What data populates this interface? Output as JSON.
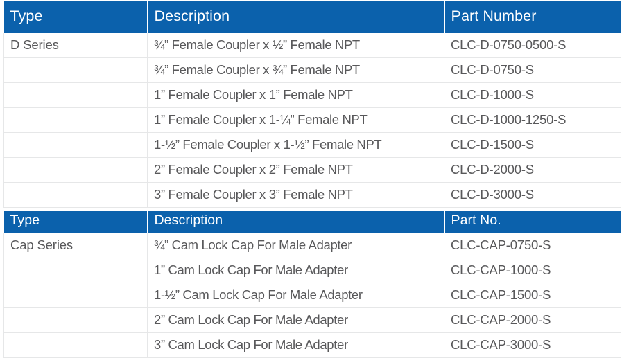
{
  "document": {
    "kind": "product-spec-tables",
    "accent_color": "#0b61ac",
    "text_color": "#58585a",
    "grid_color": "#e6e7e8",
    "background": "#ffffff"
  },
  "tables": [
    {
      "id": "d-series-table",
      "headers": {
        "type": "Type",
        "description": "Description",
        "part": "Part Number"
      },
      "rows": [
        {
          "type": "D Series",
          "description": "¾” Female Coupler x ½” Female NPT",
          "part": "CLC-D-0750-0500-S"
        },
        {
          "type": "",
          "description": "¾” Female Coupler x ¾” Female NPT",
          "part": "CLC-D-0750-S"
        },
        {
          "type": "",
          "description": "1” Female Coupler x 1” Female NPT",
          "part": "CLC-D-1000-S"
        },
        {
          "type": "",
          "description": "1” Female Coupler x 1-¼” Female NPT",
          "part": "CLC-D-1000-1250-S"
        },
        {
          "type": "",
          "description": "1-½” Female Coupler x 1-½” Female NPT",
          "part": "CLC-D-1500-S"
        },
        {
          "type": "",
          "description": "2” Female Coupler x 2” Female NPT",
          "part": "CLC-D-2000-S"
        },
        {
          "type": "",
          "description": "3” Female Coupler x 3” Female NPT",
          "part": "CLC-D-3000-S"
        }
      ]
    },
    {
      "id": "cap-series-table",
      "headers": {
        "type": "Type",
        "description": "Description",
        "part": "Part No."
      },
      "rows": [
        {
          "type": "Cap Series",
          "description": "¾” Cam Lock Cap For Male Adapter",
          "part": "CLC-CAP-0750-S"
        },
        {
          "type": "",
          "description": "1” Cam Lock Cap For Male Adapter",
          "part": "CLC-CAP-1000-S"
        },
        {
          "type": "",
          "description": "1-½” Cam Lock Cap For Male Adapter",
          "part": "CLC-CAP-1500-S"
        },
        {
          "type": "",
          "description": "2” Cam Lock Cap For Male Adapter",
          "part": "CLC-CAP-2000-S"
        },
        {
          "type": "",
          "description": "3” Cam Lock Cap For Male Adapter",
          "part": "CLC-CAP-3000-S"
        }
      ]
    }
  ]
}
